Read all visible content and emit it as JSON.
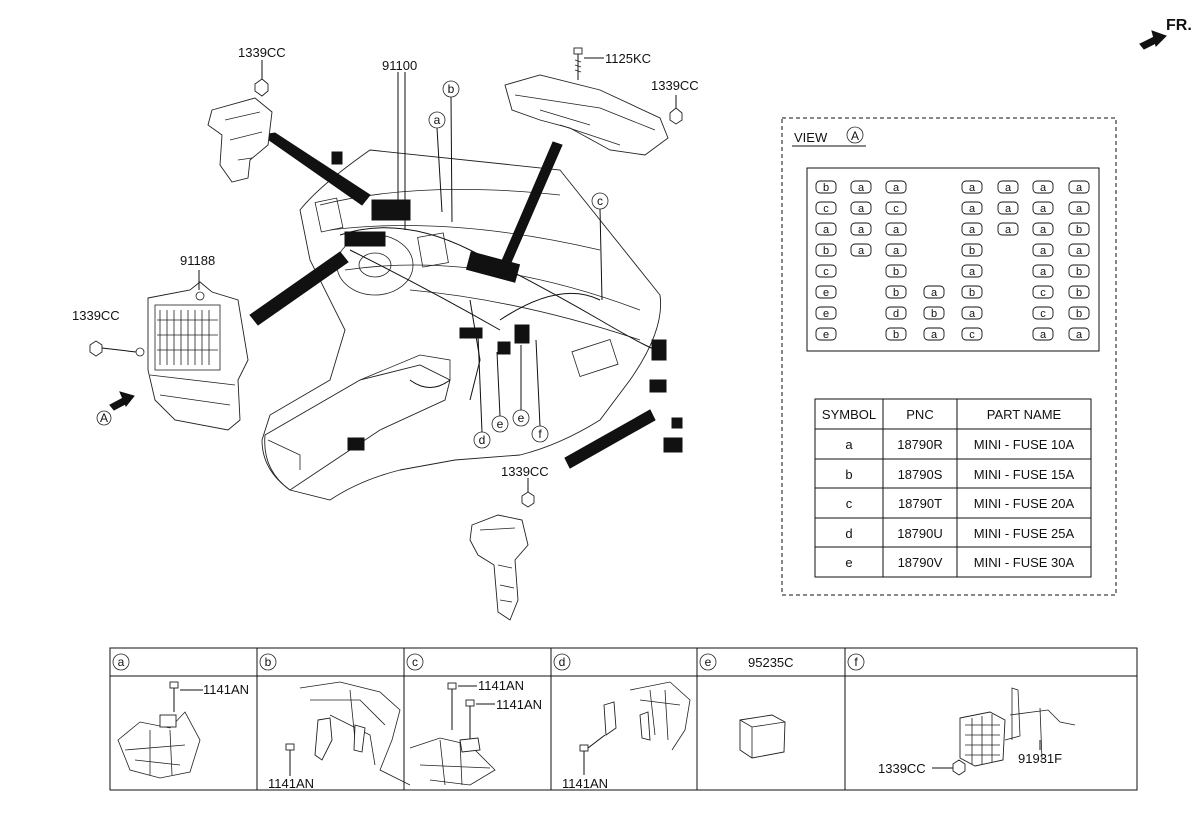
{
  "fr_label": "FR.",
  "main_labels": {
    "bolt_top": "1125KC",
    "nut_top_left": "1339CC",
    "nut_top_right": "1339CC",
    "harness": "91100",
    "junction_box": "91188",
    "nut_left": "1339CC",
    "nut_bottom": "1339CC"
  },
  "callout_letters": [
    "a",
    "b",
    "c",
    "d",
    "e",
    "f"
  ],
  "view_marker": "A",
  "view_box": {
    "title": "VIEW",
    "letter": "A",
    "grid": [
      [
        "b",
        "a",
        "a",
        "",
        "a",
        "a",
        "a",
        "a"
      ],
      [
        "c",
        "a",
        "c",
        "",
        "a",
        "a",
        "a",
        "a"
      ],
      [
        "a",
        "a",
        "a",
        "",
        "a",
        "a",
        "a",
        "b"
      ],
      [
        "b",
        "a",
        "a",
        "",
        "b",
        "",
        "a",
        "a"
      ],
      [
        "c",
        "",
        "b",
        "",
        "a",
        "",
        "a",
        "b"
      ],
      [
        "e",
        "",
        "b",
        "a",
        "b",
        "",
        "c",
        "b"
      ],
      [
        "e",
        "",
        "d",
        "b",
        "a",
        "",
        "c",
        "b"
      ],
      [
        "e",
        "",
        "b",
        "a",
        "c",
        "",
        "a",
        "a"
      ]
    ]
  },
  "parts_table": {
    "headers": [
      "SYMBOL",
      "PNC",
      "PART NAME"
    ],
    "rows": [
      [
        "a",
        "18790R",
        "MINI - FUSE 10A"
      ],
      [
        "b",
        "18790S",
        "MINI - FUSE 15A"
      ],
      [
        "c",
        "18790T",
        "MINI - FUSE 20A"
      ],
      [
        "d",
        "18790U",
        "MINI - FUSE 25A"
      ],
      [
        "e",
        "18790V",
        "MINI - FUSE 30A"
      ]
    ]
  },
  "detail_panels": [
    {
      "letter": "a",
      "code": "",
      "labels": [
        "1141AN"
      ]
    },
    {
      "letter": "b",
      "code": "",
      "labels": [
        "1141AN"
      ]
    },
    {
      "letter": "c",
      "code": "",
      "labels": [
        "1141AN",
        "1141AN"
      ]
    },
    {
      "letter": "d",
      "code": "",
      "labels": [
        "1141AN"
      ]
    },
    {
      "letter": "e",
      "code": "95235C",
      "labels": []
    },
    {
      "letter": "f",
      "code": "",
      "labels": [
        "1339CC",
        "91931F"
      ]
    }
  ]
}
